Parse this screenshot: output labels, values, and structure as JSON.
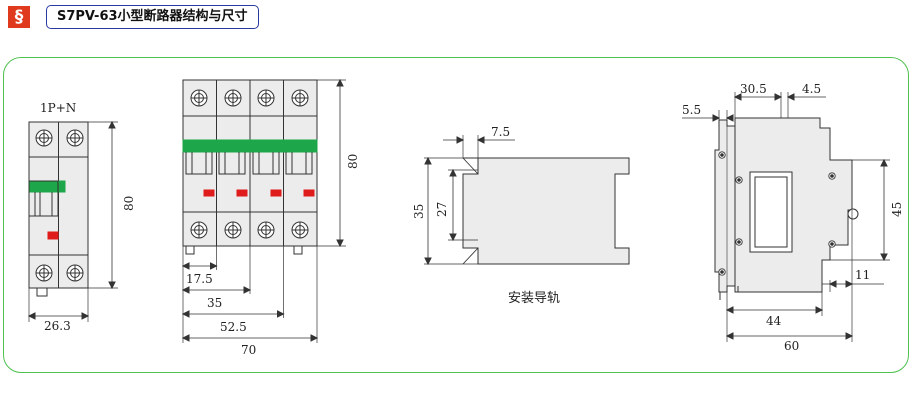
{
  "header": {
    "badge": "§",
    "title": "S7PV-63小型断路器结构与尺寸"
  },
  "colors": {
    "badge": "#e03a1e",
    "frame": "#4fc24f",
    "handle": "#1ea64a",
    "indicator": "#e01b1b",
    "body": "#ececec"
  },
  "view1": {
    "label": "1P+N",
    "height": "80",
    "width": "26.3"
  },
  "view2": {
    "height": "80",
    "dims": [
      "17.5",
      "35",
      "52.5",
      "70"
    ]
  },
  "view3": {
    "top": "7.5",
    "outer": "35",
    "inner": "27",
    "caption": "安装导轨"
  },
  "view4": {
    "top_a": "30.5",
    "top_b": "4.5",
    "left": "5.5",
    "right_h": "45",
    "right_b": "11",
    "bottom_a": "44",
    "bottom_b": "60"
  }
}
